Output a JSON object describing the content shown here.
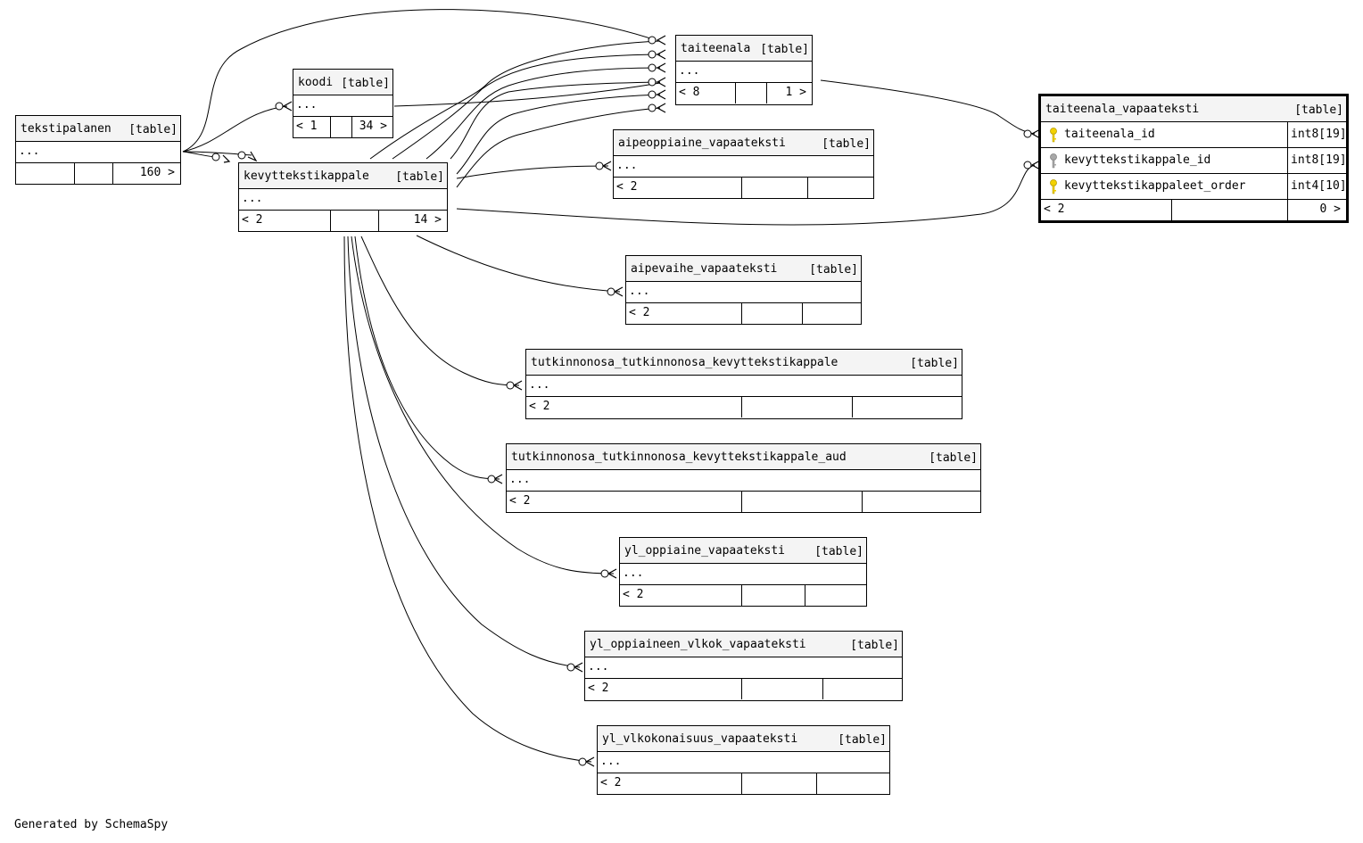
{
  "table_type_label": "[table]",
  "footer_text": "Generated by SchemaSpy",
  "tables": {
    "tekstipalanen": {
      "name": "tekstipalanen",
      "ellipsis": "...",
      "parents": "",
      "children": "160 >"
    },
    "koodi": {
      "name": "koodi",
      "ellipsis": "...",
      "parents": "< 1",
      "children": "34 >"
    },
    "kevyttekstikappale": {
      "name": "kevyttekstikappale",
      "ellipsis": "...",
      "parents": "< 2",
      "children": "14 >"
    },
    "taiteenala": {
      "name": "taiteenala",
      "ellipsis": "...",
      "parents": "< 8",
      "children": "1 >"
    },
    "aipeoppiaine_vapaateksti": {
      "name": "aipeoppiaine_vapaateksti",
      "ellipsis": "...",
      "parents": "< 2",
      "children": ""
    },
    "aipevaihe_vapaateksti": {
      "name": "aipevaihe_vapaateksti",
      "ellipsis": "...",
      "parents": "< 2",
      "children": ""
    },
    "tutkinnonosa_tutkinnonosa_kevyttekstikappale": {
      "name": "tutkinnonosa_tutkinnonosa_kevyttekstikappale",
      "ellipsis": "...",
      "parents": "< 2",
      "children": ""
    },
    "tutkinnonosa_tutkinnonosa_kevyttekstikappale_aud": {
      "name": "tutkinnonosa_tutkinnonosa_kevyttekstikappale_aud",
      "ellipsis": "...",
      "parents": "< 2",
      "children": ""
    },
    "yl_oppiaine_vapaateksti": {
      "name": "yl_oppiaine_vapaateksti",
      "ellipsis": "...",
      "parents": "< 2",
      "children": ""
    },
    "yl_oppiaineen_vlkok_vapaateksti": {
      "name": "yl_oppiaineen_vlkok_vapaateksti",
      "ellipsis": "...",
      "parents": "< 2",
      "children": ""
    },
    "yl_vlkokonaisuus_vapaateksti": {
      "name": "yl_vlkokonaisuus_vapaateksti",
      "ellipsis": "...",
      "parents": "< 2",
      "children": ""
    },
    "taiteenala_vapaateksti": {
      "name": "taiteenala_vapaateksti",
      "columns": [
        {
          "name": "taiteenala_id",
          "type": "int8[19]",
          "key": "primary-key-icon",
          "key_color": "#f2d100"
        },
        {
          "name": "kevyttekstikappale_id",
          "type": "int8[19]",
          "key": "foreign-key-icon",
          "key_color": "#a8a8a8"
        },
        {
          "name": "kevyttekstikappaleet_order",
          "type": "int4[10]",
          "key": "primary-key-icon",
          "key_color": "#f2d100"
        }
      ],
      "parents": "< 2",
      "children": "0 >"
    }
  }
}
